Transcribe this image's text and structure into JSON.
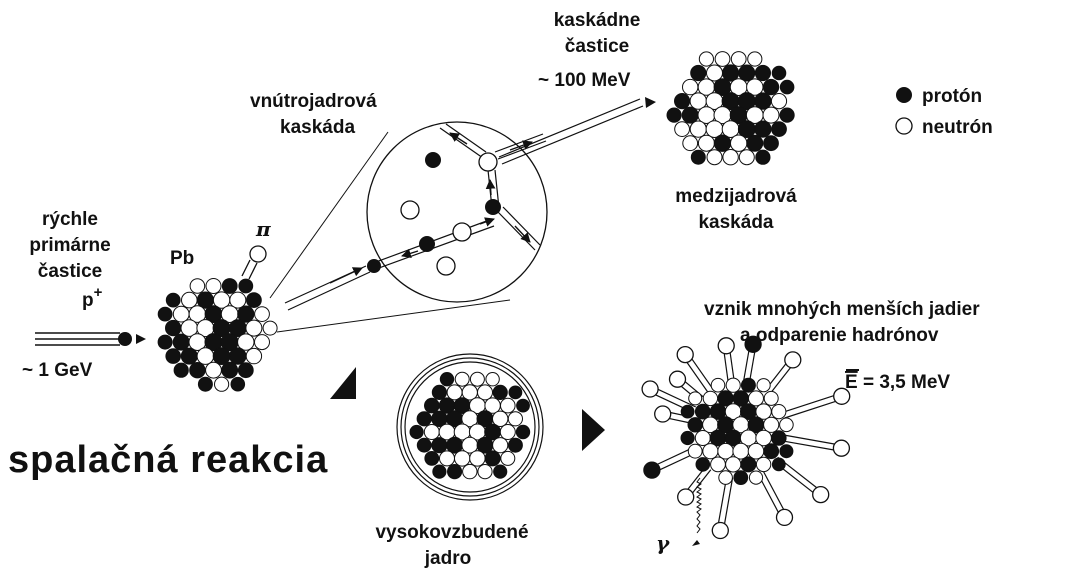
{
  "labels": {
    "primary_line1": "rýchle",
    "primary_line2": "primárne",
    "primary_line3": "častice",
    "primary_particle": "p",
    "primary_charge": "+",
    "primary_energy": "~ 1 GeV",
    "target": "Pb",
    "pion": "π",
    "intranuclear_line1": "vnútrojadrová",
    "intranuclear_line2": "kaskáda",
    "cascade_line1": "kaskádne",
    "cascade_line2": "častice",
    "cascade_energy": "~ 100 MeV",
    "internuclear_line1": "medzijadrová",
    "internuclear_line2": "kaskáda",
    "excited_line1": "vysokovzbudené",
    "excited_line2": "jadro",
    "fragments_line1": "vznik mnohých menších jadier",
    "fragments_line2": "a odparenie hadrónov",
    "mean_energy_symbol": "E",
    "mean_energy_value": " = 3,5 MeV",
    "gamma": "γ",
    "title": "spalačná  reakcia"
  },
  "legend": {
    "proton": "protón",
    "neutron": "neutrón"
  },
  "icons": {
    "proton": "filled-circle",
    "neutron": "hollow-circle"
  },
  "colors": {
    "ink": "#111111",
    "paper": "#ffffff"
  }
}
